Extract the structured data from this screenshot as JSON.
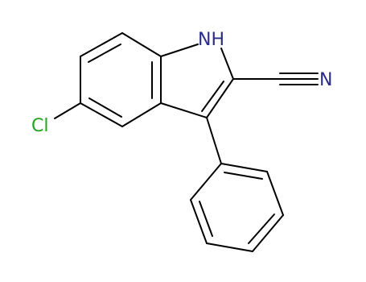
{
  "molecule": {
    "atoms": {
      "nh": {
        "text": "NH",
        "color": "#2b2b8a"
      },
      "n": {
        "text": "N",
        "color": "#2b2b8a"
      },
      "cl": {
        "text": "Cl",
        "color": "#1fa51f"
      }
    },
    "bond_color": "#000000"
  }
}
